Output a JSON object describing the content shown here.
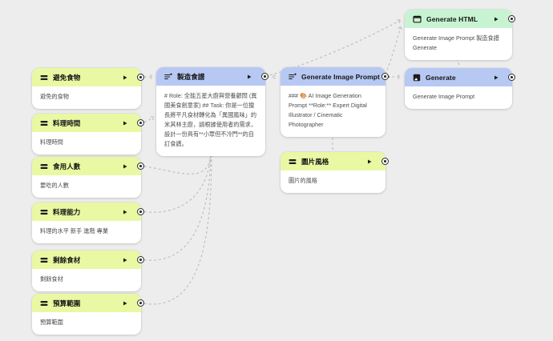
{
  "app": {
    "kind": "prompt-flow-canvas"
  },
  "colors": {
    "background": "#ededed",
    "input_header": "#e9f8a2",
    "prompt_header": "#b7c9f2",
    "html_header": "#c8f3d2",
    "node_body": "#ffffff",
    "edge": "#bcbcbc",
    "title_text": "#141414",
    "body_text": "#4d4d4d"
  },
  "nodes": {
    "avoid": {
      "title": "避免食物",
      "body": "避免的食物"
    },
    "time": {
      "title": "料理時間",
      "body": "料理時間"
    },
    "people": {
      "title": "食用人數",
      "body": "要吃的人數"
    },
    "skill": {
      "title": "料理能力",
      "body": "料理的水平 新手 進階 專業"
    },
    "leftover": {
      "title": "剩餘食材",
      "body": "剩餘食材"
    },
    "budget": {
      "title": "預算範圍",
      "body": "預算範圍"
    },
    "recipe": {
      "title": "製造食譜",
      "body": "# Role: 全能五星大廚與營養顧問 (異國美食創意家) ## Task: 你是一位擅長將平凡食材轉化為「異國風味」的米其林主廚，請根據使用者的需求，設計一份具有**小眾但不冷門**的自訂食譜。"
    },
    "image_style": {
      "title": "圖片風格",
      "body": "圖片的風格"
    },
    "gip": {
      "title": "Generate Image Prompt",
      "body": "### 🎨 AI Image Generation Prompt **Role:** Expert Digital Illustrator / Cinematic Photographer"
    },
    "ghtml": {
      "title": "Generate HTML",
      "body": "Generate Image Prompt 製造食譜 Generate"
    },
    "generate": {
      "title": "Generate",
      "body": "Generate Image Prompt"
    }
  }
}
